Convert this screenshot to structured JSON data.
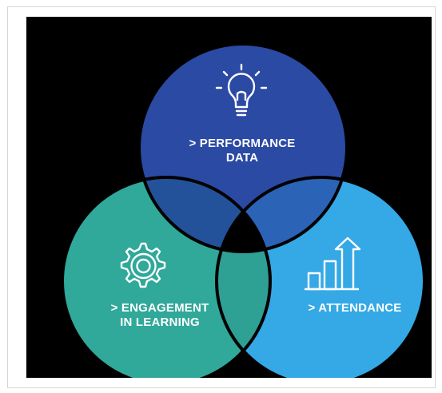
{
  "circles": {
    "performance": {
      "line1": "> PERFORMANCE",
      "line2": "DATA",
      "icon": "lightbulb-icon",
      "color": "#2b4aa3"
    },
    "engagement": {
      "line1": "> ENGAGEMENT",
      "line2": "IN LEARNING",
      "icon": "gear-icon",
      "color": "#30a89a"
    },
    "attendance": {
      "line1": "> ATTENDANCE",
      "icon": "bar-chart-arrow-icon",
      "color": "#35a8e6"
    }
  },
  "colors": {
    "background": "#000000",
    "outline": "#000000",
    "overlap_perf_eng": "#24529a",
    "overlap_perf_att": "#2b63b6",
    "overlap_eng_att": "#2fa094",
    "overlap_center": "#000000",
    "text": "#ffffff"
  }
}
